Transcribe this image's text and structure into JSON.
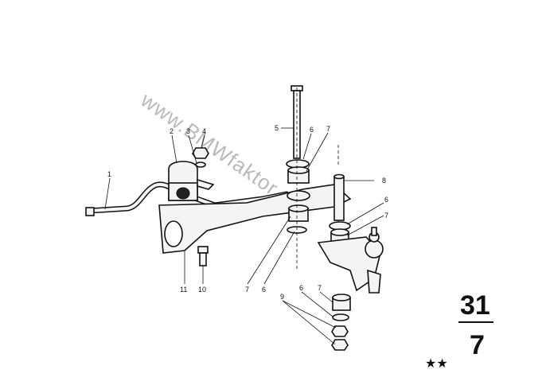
{
  "watermark": "www.BMWfaktor.pl",
  "callouts": {
    "c1": "1",
    "c2": "2",
    "c3": "3",
    "c4": "4",
    "c5": "5",
    "c6a": "6",
    "c7a": "7",
    "c8": "8",
    "c6b": "6",
    "c7b": "7",
    "c7c": "7",
    "c6c": "6",
    "c9": "9",
    "c6d": "6",
    "c7d": "7",
    "c10": "10",
    "c11": "11"
  },
  "group_number": {
    "top": "31",
    "bottom": "7"
  },
  "stars": "★★"
}
